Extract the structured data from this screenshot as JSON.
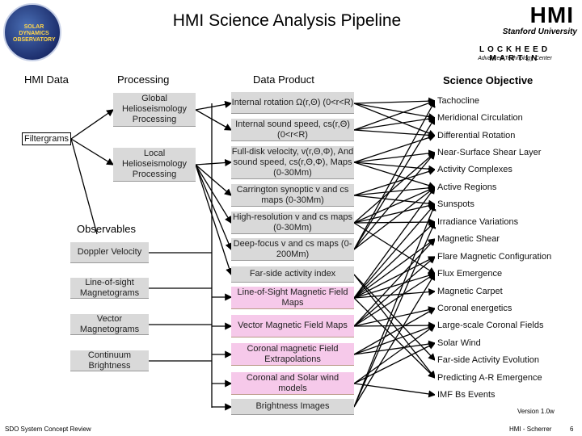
{
  "header": {
    "title": "HMI Science Analysis Pipeline",
    "logo_text": "SOLAR DYNAMICS OBSERVATORY",
    "hmi_logo": "HMI",
    "stanford": "Stanford University",
    "lockheed": "LOCKHEED MARTIN",
    "atc": "Advanced Technology Center"
  },
  "columns": {
    "hmi_data": "HMI Data",
    "processing": "Processing",
    "data_product": "Data Product",
    "science_objective": "Science Objective"
  },
  "filtergrams": "Filtergrams",
  "observables_label": "Observables",
  "processing": [
    "Global Helioseismology Processing",
    "Local Helioseismology Processing"
  ],
  "observables": [
    "Doppler Velocity",
    "Line-of-sight Magnetograms",
    "Vector Magnetograms",
    "Continuum Brightness"
  ],
  "products": [
    "Internal rotation Ω(r,Θ) (0<r<R)",
    "Internal sound speed, cs(r,Θ) (0<r<R)",
    "Full-disk velocity, v(r,Θ,Φ), And sound speed, cs(r,Θ,Φ), Maps (0-30Mm)",
    "Carrington synoptic v and cs maps (0-30Mm)",
    "High-resolution v and cs maps (0-30Mm)",
    "Deep-focus v and cs maps (0-200Mm)",
    "Far-side activity index",
    "Line-of-Sight Magnetic Field Maps",
    "Vector Magnetic Field Maps",
    "Coronal magnetic Field Extrapolations",
    "Coronal and Solar wind models",
    "Brightness Images"
  ],
  "objectives": [
    "Tachocline",
    "Meridional Circulation",
    "Differential Rotation",
    "Near-Surface Shear Layer",
    "Activity Complexes",
    "Active Regions",
    "Sunspots",
    "Irradiance Variations",
    "Magnetic Shear",
    "Flare Magnetic Configuration",
    "Flux Emergence",
    "Magnetic Carpet",
    "Coronal energetics",
    "Large-scale Coronal Fields",
    "Solar Wind",
    "Far-side Activity Evolution",
    "Predicting A-R Emergence",
    "IMF Bs Events"
  ],
  "footer": {
    "left": "SDO System Concept Review",
    "version": "Version 1.0w",
    "author": "HMI - Scherrer",
    "page": "6"
  },
  "colors": {
    "gray_box": "#d9d9d9",
    "pink_box": "#f6c9ea",
    "line": "#000000"
  }
}
